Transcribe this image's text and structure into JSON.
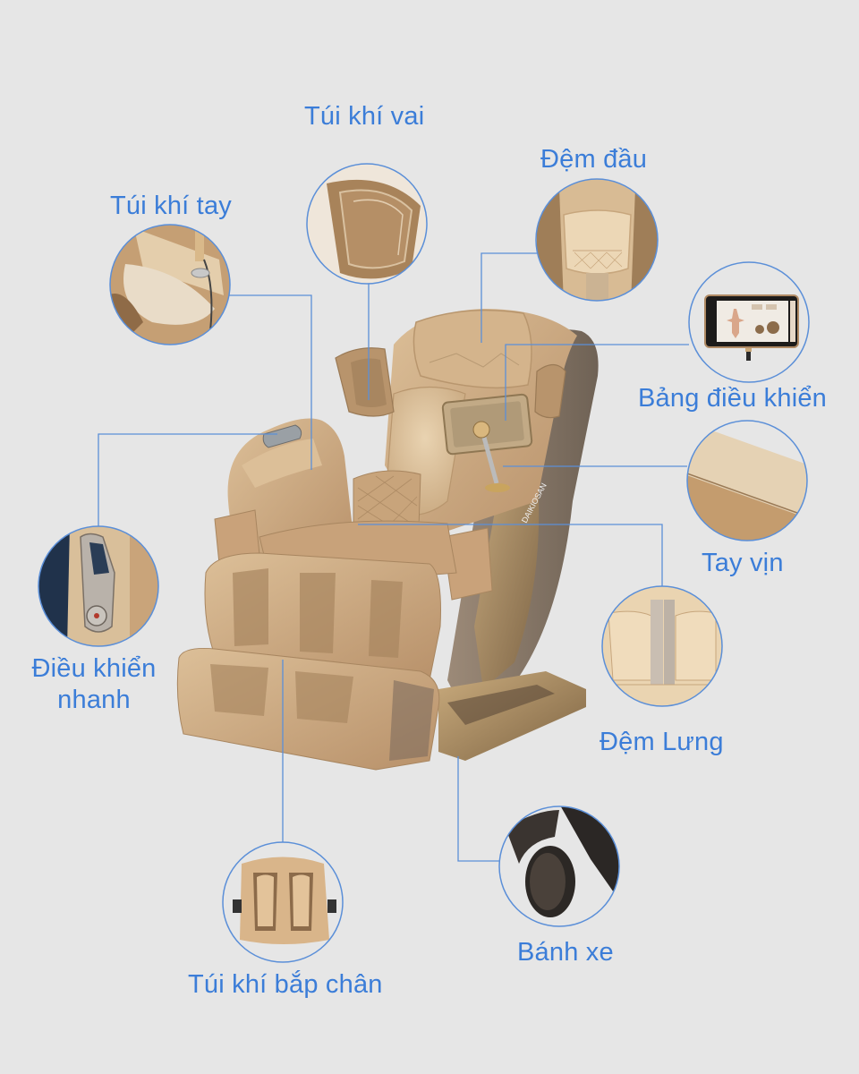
{
  "theme": {
    "background": "#e6e6e6",
    "label_color": "#3b7dd8",
    "line_color": "#5b8fd8",
    "chair_main": "#c9a27a",
    "chair_light": "#dcbf98",
    "chair_dark": "#8d7b6c",
    "chair_gold": "#a88a62"
  },
  "product": {
    "brand_mark": "DAIKIOSAN"
  },
  "callouts": [
    {
      "id": "shoulder-airbag",
      "label": "Túi khí vai"
    },
    {
      "id": "head-cushion",
      "label": "Đệm đầu"
    },
    {
      "id": "arm-airbag",
      "label": "Túi khí tay"
    },
    {
      "id": "control-panel",
      "label": "Bảng điều khiển"
    },
    {
      "id": "armrest",
      "label": "Tay vịn"
    },
    {
      "id": "quick-control",
      "label_line1": "Điều khiển",
      "label_line2": "nhanh"
    },
    {
      "id": "back-cushion",
      "label": "Đệm Lưng"
    },
    {
      "id": "wheel",
      "label": "Bánh xe"
    },
    {
      "id": "calf-airbag",
      "label": "Túi khí bắp chân"
    }
  ]
}
